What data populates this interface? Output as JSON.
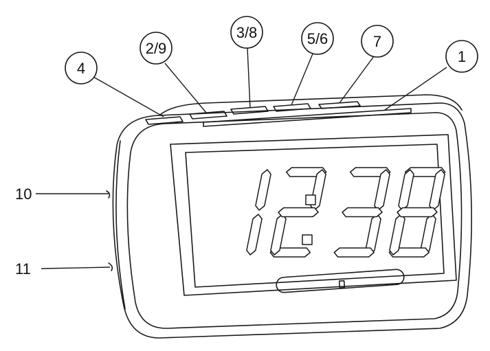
{
  "diagram": {
    "subject": "digital-alarm-clock",
    "display_time": "12:38",
    "callouts": {
      "c4": "4",
      "c29": "2/9",
      "c38": "3/8",
      "c56": "5/6",
      "c7": "7",
      "c1": "1",
      "c10": "10",
      "c11": "11"
    },
    "colors": {
      "line": "#1a1a1a",
      "digit": "#1a1a1a",
      "background": "#ffffff"
    }
  }
}
